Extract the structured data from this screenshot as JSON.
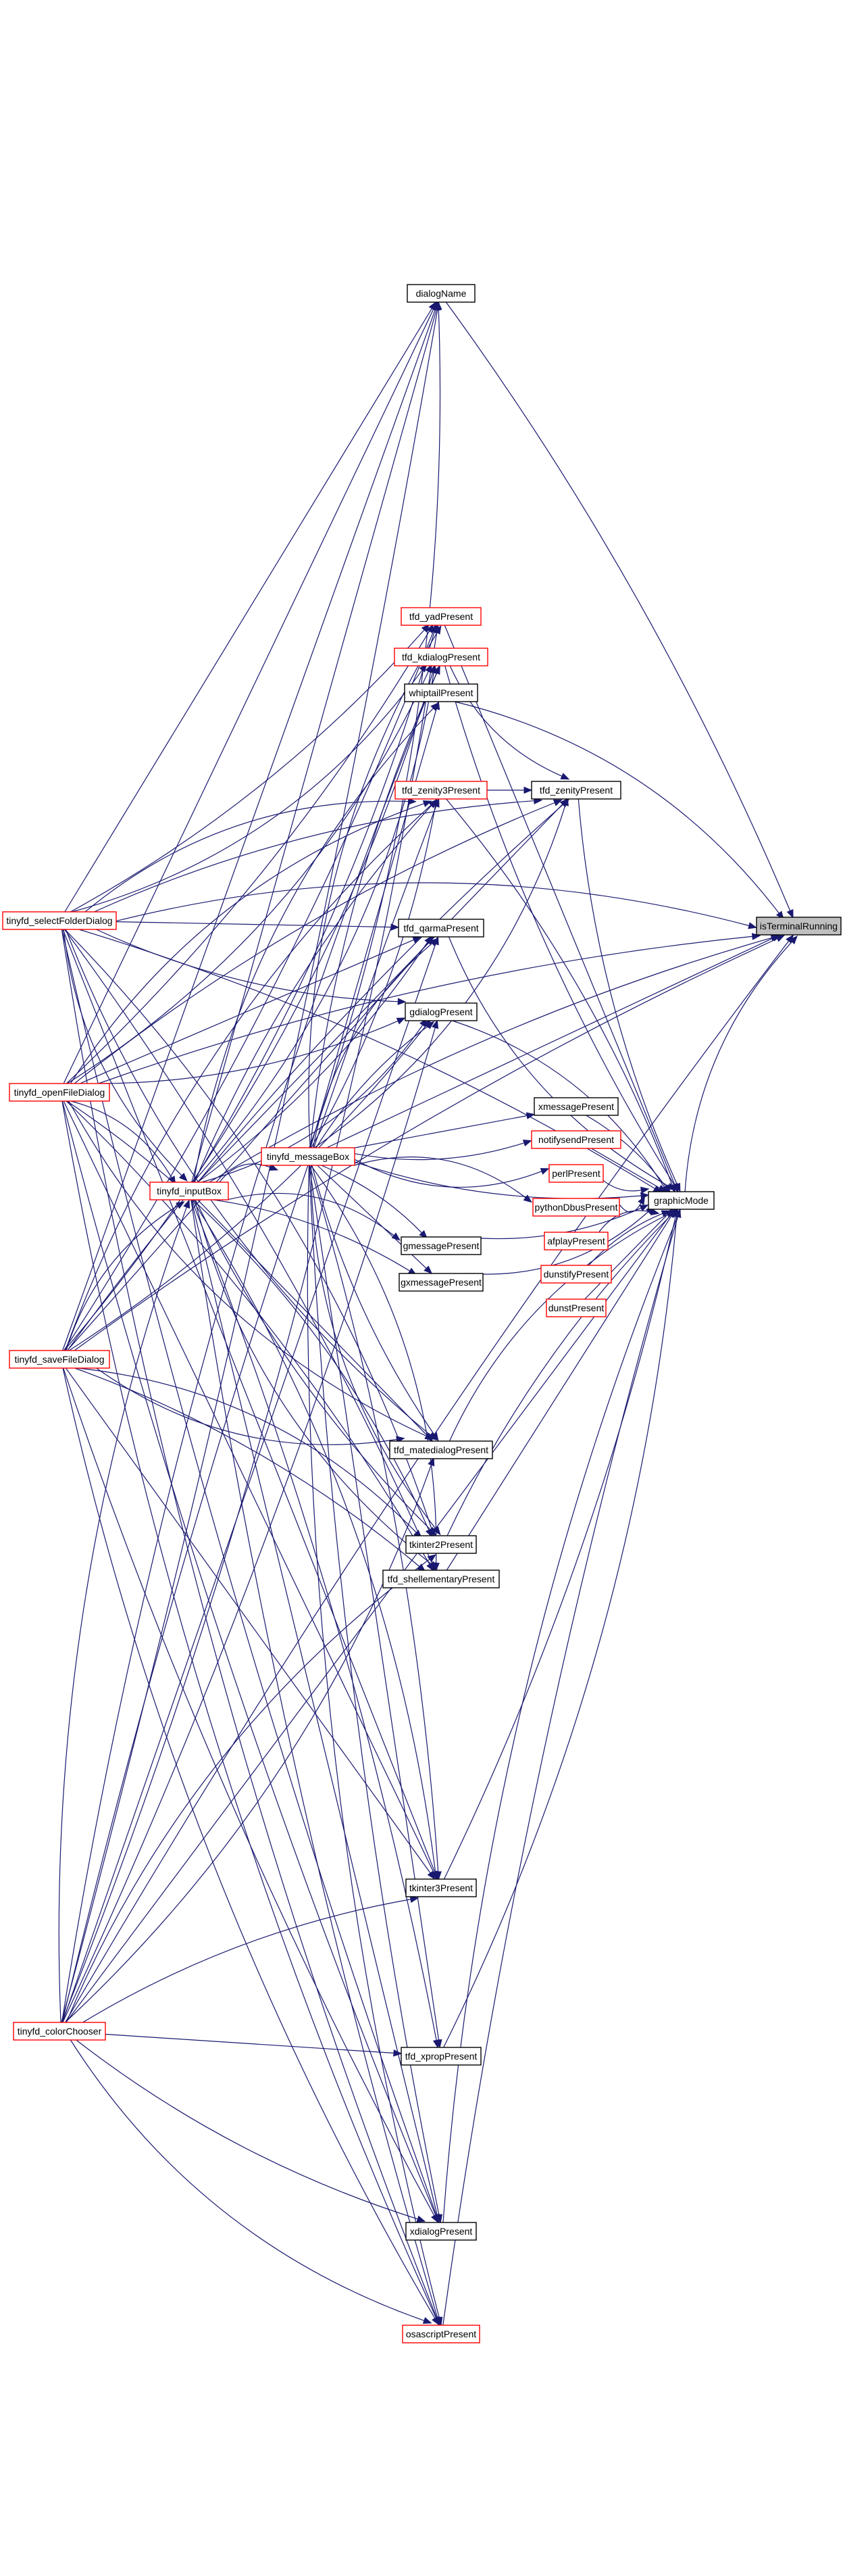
{
  "colors": {
    "edge": "#191970",
    "node_border_black": "#000000",
    "node_border_red": "#ff0000",
    "node_fill": "#ffffff",
    "root_fill": "#bfbfbf",
    "text": "#000000"
  },
  "nodes": [
    {
      "id": "isTerminalRunning",
      "label": "isTerminalRunning",
      "border": "black",
      "fill": "root"
    },
    {
      "id": "graphicMode",
      "label": "graphicMode",
      "border": "black",
      "fill": "white"
    },
    {
      "id": "dialogName",
      "label": "dialogName",
      "border": "black",
      "fill": "white"
    },
    {
      "id": "tfd_yadPresent",
      "label": "tfd_yadPresent",
      "border": "red",
      "fill": "white"
    },
    {
      "id": "tfd_kdialogPresent",
      "label": "tfd_kdialogPresent",
      "border": "red",
      "fill": "white"
    },
    {
      "id": "whiptailPresent",
      "label": "whiptailPresent",
      "border": "black",
      "fill": "white"
    },
    {
      "id": "tfd_zenity3Present",
      "label": "tfd_zenity3Present",
      "border": "red",
      "fill": "white"
    },
    {
      "id": "tfd_zenityPresent",
      "label": "tfd_zenityPresent",
      "border": "black",
      "fill": "white"
    },
    {
      "id": "tfd_qarmaPresent",
      "label": "tfd_qarmaPresent",
      "border": "black",
      "fill": "white"
    },
    {
      "id": "gdialogPresent",
      "label": "gdialogPresent",
      "border": "black",
      "fill": "white"
    },
    {
      "id": "xmessagePresent",
      "label": "xmessagePresent",
      "border": "black",
      "fill": "white"
    },
    {
      "id": "notifysendPresent",
      "label": "notifysendPresent",
      "border": "red",
      "fill": "white"
    },
    {
      "id": "perlPresent",
      "label": "perlPresent",
      "border": "red",
      "fill": "white"
    },
    {
      "id": "pythonDbusPresent",
      "label": "pythonDbusPresent",
      "border": "red",
      "fill": "white"
    },
    {
      "id": "afplayPresent",
      "label": "afplayPresent",
      "border": "red",
      "fill": "white"
    },
    {
      "id": "dunstifyPresent",
      "label": "dunstifyPresent",
      "border": "red",
      "fill": "white"
    },
    {
      "id": "dunstPresent",
      "label": "dunstPresent",
      "border": "red",
      "fill": "white"
    },
    {
      "id": "gmessagePresent",
      "label": "gmessagePresent",
      "border": "black",
      "fill": "white"
    },
    {
      "id": "gxmessagePresent",
      "label": "gxmessagePresent",
      "border": "black",
      "fill": "white"
    },
    {
      "id": "tfd_matedialogPresent",
      "label": "tfd_matedialogPresent",
      "border": "black",
      "fill": "white"
    },
    {
      "id": "tkinter2Present",
      "label": "tkinter2Present",
      "border": "black",
      "fill": "white"
    },
    {
      "id": "tfd_shellementaryPresent",
      "label": "tfd_shellementaryPresent",
      "border": "black",
      "fill": "white"
    },
    {
      "id": "tkinter3Present",
      "label": "tkinter3Present",
      "border": "black",
      "fill": "white"
    },
    {
      "id": "tfd_xpropPresent",
      "label": "tfd_xpropPresent",
      "border": "black",
      "fill": "white"
    },
    {
      "id": "xdialogPresent",
      "label": "xdialogPresent",
      "border": "black",
      "fill": "white"
    },
    {
      "id": "osascriptPresent",
      "label": "osascriptPresent",
      "border": "red",
      "fill": "white"
    },
    {
      "id": "tinyfd_messageBox",
      "label": "tinyfd_messageBox",
      "border": "red",
      "fill": "white"
    },
    {
      "id": "tinyfd_inputBox",
      "label": "tinyfd_inputBox",
      "border": "red",
      "fill": "white"
    },
    {
      "id": "tinyfd_selectFolderDialog",
      "label": "tinyfd_selectFolderDialog",
      "border": "red",
      "fill": "white"
    },
    {
      "id": "tinyfd_openFileDialog",
      "label": "tinyfd_openFileDialog",
      "border": "red",
      "fill": "white"
    },
    {
      "id": "tinyfd_saveFileDialog",
      "label": "tinyfd_saveFileDialog",
      "border": "red",
      "fill": "white"
    },
    {
      "id": "tinyfd_colorChooser",
      "label": "tinyfd_colorChooser",
      "border": "red",
      "fill": "white"
    }
  ],
  "edges": [
    [
      "graphicMode",
      "isTerminalRunning"
    ],
    [
      "dialogName",
      "isTerminalRunning"
    ],
    [
      "tfd_yadPresent",
      "graphicMode"
    ],
    [
      "tfd_kdialogPresent",
      "graphicMode"
    ],
    [
      "tfd_kdialogPresent",
      "tfd_zenityPresent"
    ],
    [
      "whiptailPresent",
      "isTerminalRunning"
    ],
    [
      "tfd_zenity3Present",
      "graphicMode"
    ],
    [
      "tfd_zenity3Present",
      "tfd_zenityPresent"
    ],
    [
      "tfd_zenityPresent",
      "graphicMode"
    ],
    [
      "tfd_qarmaPresent",
      "graphicMode"
    ],
    [
      "gdialogPresent",
      "graphicMode"
    ],
    [
      "xmessagePresent",
      "graphicMode"
    ],
    [
      "notifysendPresent",
      "graphicMode"
    ],
    [
      "perlPresent",
      "graphicMode"
    ],
    [
      "pythonDbusPresent",
      "graphicMode"
    ],
    [
      "afplayPresent",
      "graphicMode"
    ],
    [
      "dunstifyPresent",
      "graphicMode"
    ],
    [
      "dunstPresent",
      "graphicMode"
    ],
    [
      "gmessagePresent",
      "graphicMode"
    ],
    [
      "gxmessagePresent",
      "graphicMode"
    ],
    [
      "tfd_matedialogPresent",
      "graphicMode"
    ],
    [
      "tkinter2Present",
      "graphicMode"
    ],
    [
      "tfd_shellementaryPresent",
      "graphicMode"
    ],
    [
      "tkinter3Present",
      "graphicMode"
    ],
    [
      "tfd_xpropPresent",
      "graphicMode"
    ],
    [
      "xdialogPresent",
      "graphicMode"
    ],
    [
      "osascriptPresent",
      "graphicMode"
    ],
    [
      "tinyfd_messageBox",
      "isTerminalRunning"
    ],
    [
      "tinyfd_messageBox",
      "graphicMode"
    ],
    [
      "tinyfd_messageBox",
      "dialogName"
    ],
    [
      "tinyfd_messageBox",
      "tfd_yadPresent"
    ],
    [
      "tinyfd_messageBox",
      "tfd_kdialogPresent"
    ],
    [
      "tinyfd_messageBox",
      "whiptailPresent"
    ],
    [
      "tinyfd_messageBox",
      "tfd_zenity3Present"
    ],
    [
      "tinyfd_messageBox",
      "tfd_zenityPresent"
    ],
    [
      "tinyfd_messageBox",
      "tfd_qarmaPresent"
    ],
    [
      "tinyfd_messageBox",
      "gdialogPresent"
    ],
    [
      "tinyfd_messageBox",
      "xmessagePresent"
    ],
    [
      "tinyfd_messageBox",
      "notifysendPresent"
    ],
    [
      "tinyfd_messageBox",
      "perlPresent"
    ],
    [
      "tinyfd_messageBox",
      "pythonDbusPresent"
    ],
    [
      "tinyfd_messageBox",
      "gmessagePresent"
    ],
    [
      "tinyfd_messageBox",
      "gxmessagePresent"
    ],
    [
      "tinyfd_messageBox",
      "tfd_matedialogPresent"
    ],
    [
      "tinyfd_messageBox",
      "tkinter2Present"
    ],
    [
      "tinyfd_messageBox",
      "tfd_shellementaryPresent"
    ],
    [
      "tinyfd_messageBox",
      "tkinter3Present"
    ],
    [
      "tinyfd_messageBox",
      "tfd_xpropPresent"
    ],
    [
      "tinyfd_messageBox",
      "xdialogPresent"
    ],
    [
      "tinyfd_messageBox",
      "osascriptPresent"
    ],
    [
      "tinyfd_inputBox",
      "tinyfd_messageBox"
    ],
    [
      "tinyfd_inputBox",
      "isTerminalRunning"
    ],
    [
      "tinyfd_inputBox",
      "dialogName"
    ],
    [
      "tinyfd_inputBox",
      "tfd_yadPresent"
    ],
    [
      "tinyfd_inputBox",
      "tfd_kdialogPresent"
    ],
    [
      "tinyfd_inputBox",
      "whiptailPresent"
    ],
    [
      "tinyfd_inputBox",
      "tfd_zenity3Present"
    ],
    [
      "tinyfd_inputBox",
      "tfd_zenityPresent"
    ],
    [
      "tinyfd_inputBox",
      "tfd_qarmaPresent"
    ],
    [
      "tinyfd_inputBox",
      "gdialogPresent"
    ],
    [
      "tinyfd_inputBox",
      "gmessagePresent"
    ],
    [
      "tinyfd_inputBox",
      "gxmessagePresent"
    ],
    [
      "tinyfd_inputBox",
      "tfd_matedialogPresent"
    ],
    [
      "tinyfd_inputBox",
      "tkinter2Present"
    ],
    [
      "tinyfd_inputBox",
      "tfd_shellementaryPresent"
    ],
    [
      "tinyfd_inputBox",
      "tkinter3Present"
    ],
    [
      "tinyfd_inputBox",
      "tfd_xpropPresent"
    ],
    [
      "tinyfd_inputBox",
      "xdialogPresent"
    ],
    [
      "tinyfd_inputBox",
      "osascriptPresent"
    ],
    [
      "tinyfd_selectFolderDialog",
      "tinyfd_inputBox"
    ],
    [
      "tinyfd_selectFolderDialog",
      "isTerminalRunning"
    ],
    [
      "tinyfd_selectFolderDialog",
      "graphicMode"
    ],
    [
      "tinyfd_selectFolderDialog",
      "dialogName"
    ],
    [
      "tinyfd_selectFolderDialog",
      "tfd_yadPresent"
    ],
    [
      "tinyfd_selectFolderDialog",
      "tfd_kdialogPresent"
    ],
    [
      "tinyfd_selectFolderDialog",
      "tfd_zenity3Present"
    ],
    [
      "tinyfd_selectFolderDialog",
      "tfd_zenityPresent"
    ],
    [
      "tinyfd_selectFolderDialog",
      "tfd_qarmaPresent"
    ],
    [
      "tinyfd_selectFolderDialog",
      "gdialogPresent"
    ],
    [
      "tinyfd_selectFolderDialog",
      "tfd_matedialogPresent"
    ],
    [
      "tinyfd_selectFolderDialog",
      "tkinter2Present"
    ],
    [
      "tinyfd_selectFolderDialog",
      "tfd_shellementaryPresent"
    ],
    [
      "tinyfd_selectFolderDialog",
      "tkinter3Present"
    ],
    [
      "tinyfd_selectFolderDialog",
      "xdialogPresent"
    ],
    [
      "tinyfd_selectFolderDialog",
      "osascriptPresent"
    ],
    [
      "tinyfd_openFileDialog",
      "tinyfd_inputBox"
    ],
    [
      "tinyfd_openFileDialog",
      "isTerminalRunning"
    ],
    [
      "tinyfd_openFileDialog",
      "dialogName"
    ],
    [
      "tinyfd_openFileDialog",
      "tfd_yadPresent"
    ],
    [
      "tinyfd_openFileDialog",
      "tfd_kdialogPresent"
    ],
    [
      "tinyfd_openFileDialog",
      "tfd_zenity3Present"
    ],
    [
      "tinyfd_openFileDialog",
      "tfd_zenityPresent"
    ],
    [
      "tinyfd_openFileDialog",
      "tfd_qarmaPresent"
    ],
    [
      "tinyfd_openFileDialog",
      "gdialogPresent"
    ],
    [
      "tinyfd_openFileDialog",
      "tfd_matedialogPresent"
    ],
    [
      "tinyfd_openFileDialog",
      "tkinter2Present"
    ],
    [
      "tinyfd_openFileDialog",
      "tfd_shellementaryPresent"
    ],
    [
      "tinyfd_openFileDialog",
      "tkinter3Present"
    ],
    [
      "tinyfd_openFileDialog",
      "xdialogPresent"
    ],
    [
      "tinyfd_openFileDialog",
      "osascriptPresent"
    ],
    [
      "tinyfd_saveFileDialog",
      "tinyfd_inputBox"
    ],
    [
      "tinyfd_saveFileDialog",
      "isTerminalRunning"
    ],
    [
      "tinyfd_saveFileDialog",
      "dialogName"
    ],
    [
      "tinyfd_saveFileDialog",
      "tfd_yadPresent"
    ],
    [
      "tinyfd_saveFileDialog",
      "tfd_kdialogPresent"
    ],
    [
      "tinyfd_saveFileDialog",
      "tfd_zenity3Present"
    ],
    [
      "tinyfd_saveFileDialog",
      "tfd_zenityPresent"
    ],
    [
      "tinyfd_saveFileDialog",
      "tfd_qarmaPresent"
    ],
    [
      "tinyfd_saveFileDialog",
      "gdialogPresent"
    ],
    [
      "tinyfd_saveFileDialog",
      "tfd_matedialogPresent"
    ],
    [
      "tinyfd_saveFileDialog",
      "tkinter2Present"
    ],
    [
      "tinyfd_saveFileDialog",
      "tfd_shellementaryPresent"
    ],
    [
      "tinyfd_saveFileDialog",
      "tkinter3Present"
    ],
    [
      "tinyfd_saveFileDialog",
      "xdialogPresent"
    ],
    [
      "tinyfd_saveFileDialog",
      "osascriptPresent"
    ],
    [
      "tinyfd_colorChooser",
      "tinyfd_inputBox"
    ],
    [
      "tinyfd_colorChooser",
      "isTerminalRunning"
    ],
    [
      "tinyfd_colorChooser",
      "graphicMode"
    ],
    [
      "tinyfd_colorChooser",
      "dialogName"
    ],
    [
      "tinyfd_colorChooser",
      "tfd_yadPresent"
    ],
    [
      "tinyfd_colorChooser",
      "tfd_kdialogPresent"
    ],
    [
      "tinyfd_colorChooser",
      "tfd_zenity3Present"
    ],
    [
      "tinyfd_colorChooser",
      "tfd_qarmaPresent"
    ],
    [
      "tinyfd_colorChooser",
      "gdialogPresent"
    ],
    [
      "tinyfd_colorChooser",
      "tfd_matedialogPresent"
    ],
    [
      "tinyfd_colorChooser",
      "tkinter2Present"
    ],
    [
      "tinyfd_colorChooser",
      "tkinter3Present"
    ],
    [
      "tinyfd_colorChooser",
      "tfd_xpropPresent"
    ],
    [
      "tinyfd_colorChooser",
      "xdialogPresent"
    ],
    [
      "tinyfd_colorChooser",
      "osascriptPresent"
    ]
  ]
}
